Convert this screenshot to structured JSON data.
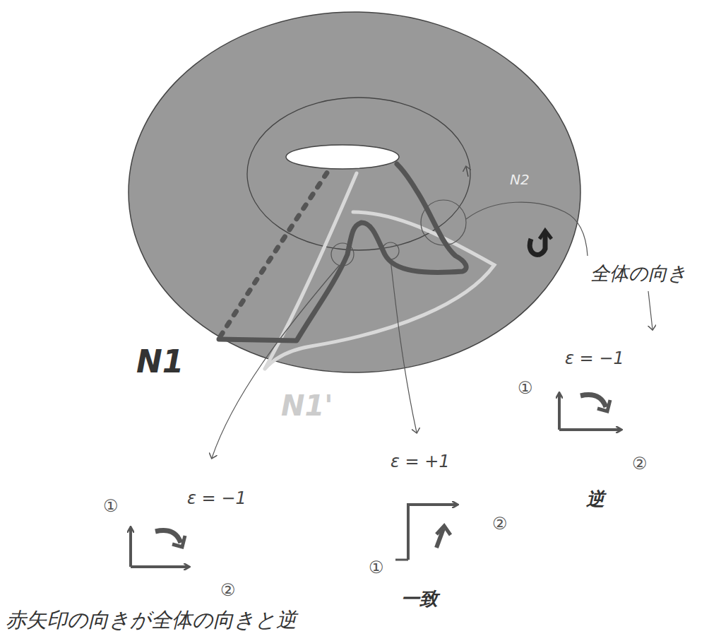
{
  "diagram": {
    "labels": [
      "N2",
      "全体の向き",
      "N1",
      "N1'",
      "ε = −1",
      "①",
      "②",
      "逆",
      "ε = +1",
      "①",
      "②",
      "一致",
      "ε = −1",
      "①",
      "②",
      "赤矢印の向きが全体の向きと逆"
    ]
  }
}
